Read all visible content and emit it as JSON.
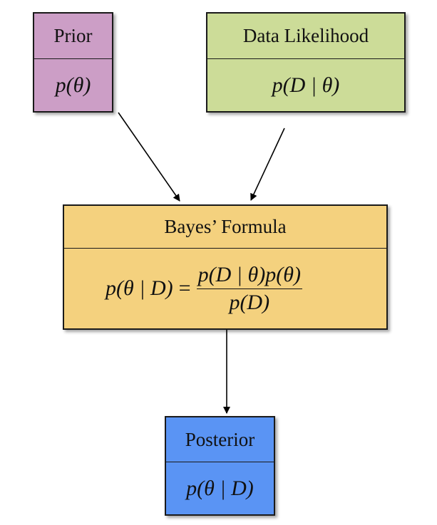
{
  "diagram": {
    "nodes": [
      {
        "id": "prior",
        "title": "Prior",
        "expression": "p(θ)",
        "color": "#cc9ec6"
      },
      {
        "id": "likelihood",
        "title": "Data Likelihood",
        "expression": "p(D | θ)",
        "color": "#ccdc98"
      },
      {
        "id": "bayes",
        "title": "Bayes’ Formula",
        "formula": {
          "lhs": "p(θ | D)",
          "equals": "=",
          "numerator": "p(D | θ)p(θ)",
          "denominator": "p(D)"
        },
        "color": "#f4d17e"
      },
      {
        "id": "posterior",
        "title": "Posterior",
        "expression": "p(θ | D)",
        "color": "#5a94f4"
      }
    ],
    "edges": [
      {
        "from": "prior",
        "to": "bayes"
      },
      {
        "from": "likelihood",
        "to": "bayes"
      },
      {
        "from": "bayes",
        "to": "posterior"
      }
    ]
  }
}
